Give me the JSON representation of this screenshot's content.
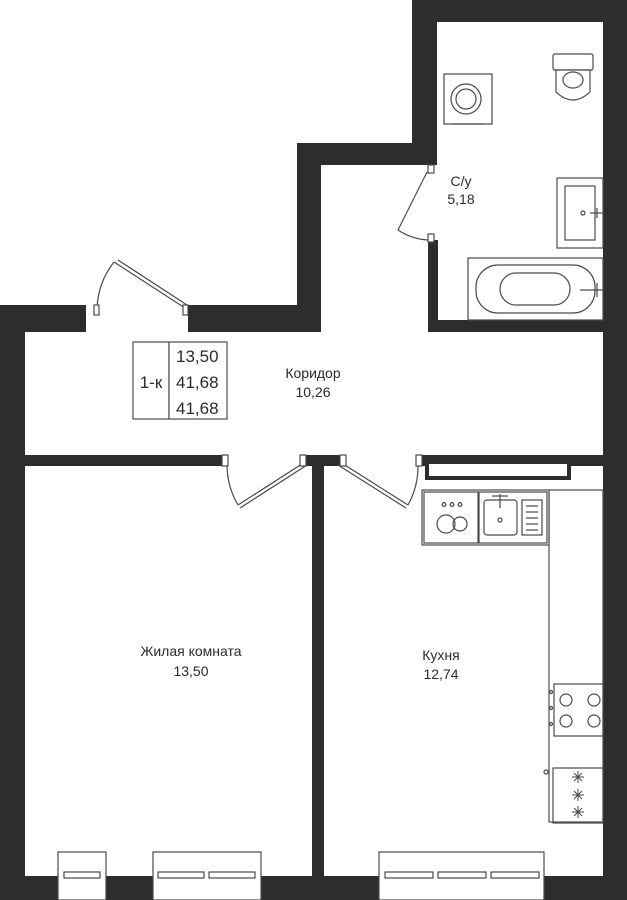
{
  "apartment": {
    "type": "1-к",
    "areas": [
      "13,50",
      "41,68",
      "41,68"
    ]
  },
  "rooms": {
    "bathroom": {
      "name": "С/у",
      "area": "5,18"
    },
    "corridor": {
      "name": "Коридор",
      "area": "10,26"
    },
    "living": {
      "name": "Жилая комната",
      "area": "13,50"
    },
    "kitchen": {
      "name": "Кухня",
      "area": "12,74"
    }
  },
  "colors": {
    "wall": "#2d2d2d",
    "line": "#4a4a4a",
    "fixture_fill": "#ffffff"
  },
  "icons": [
    "washing-machine-icon",
    "toilet-icon",
    "sink-icon",
    "bathtub-icon",
    "dishwasher-icon",
    "kitchen-sink-icon",
    "stove-icon",
    "fridge-icon",
    "door-icon",
    "window-icon"
  ]
}
